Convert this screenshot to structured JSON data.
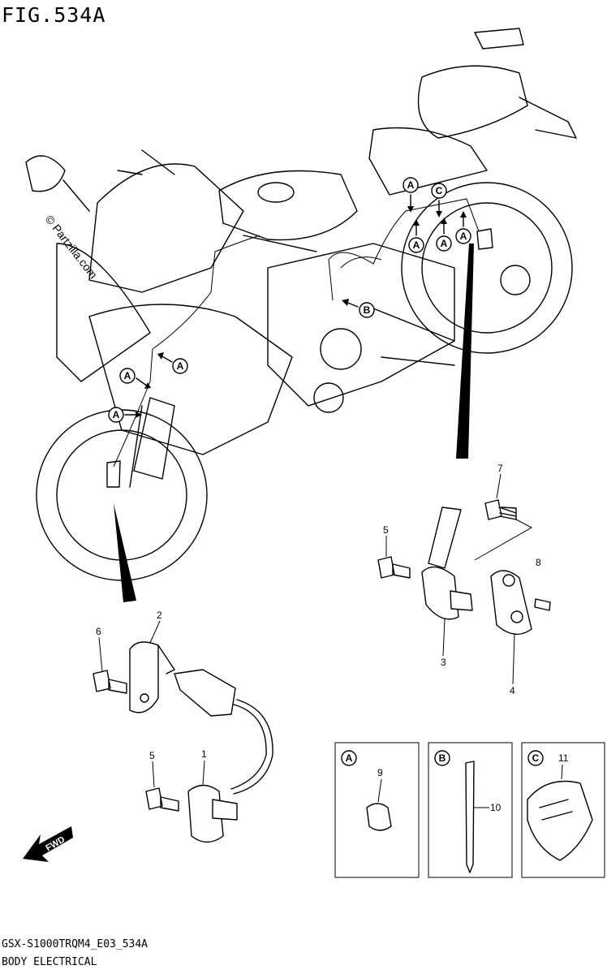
{
  "figure": {
    "title": "FIG.534A",
    "code": "GSX-S1000TRQM4_E03_534A",
    "section": "BODY ELECTRICAL",
    "watermark": "© Partzilla.com",
    "fwd_label": "FWD"
  },
  "callouts": {
    "on_bike": [
      "A",
      "A",
      "A",
      "A",
      "A",
      "A",
      "A",
      "B",
      "C"
    ]
  },
  "part_numbers": [
    "1",
    "2",
    "3",
    "4",
    "5",
    "5",
    "6",
    "7",
    "8",
    "9",
    "10",
    "11"
  ],
  "legend_boxes": [
    {
      "letter": "A",
      "part": "9"
    },
    {
      "letter": "B",
      "part": "10"
    },
    {
      "letter": "C",
      "part": "11"
    }
  ]
}
